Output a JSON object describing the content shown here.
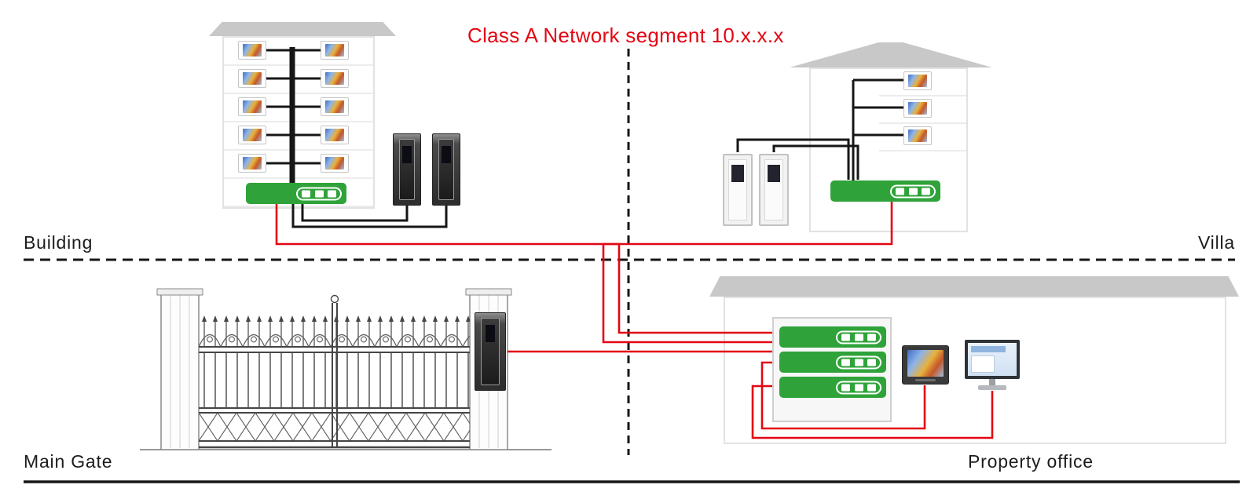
{
  "title": "Class A Network segment 10.x.x.x",
  "labels": {
    "building": "Building",
    "villa": "Villa",
    "main_gate": "Main Gate",
    "property_office": "Property office"
  },
  "colors": {
    "accent_red": "#e30613",
    "switch_green": "#2fa33a",
    "wire_black": "#161616",
    "roof_gray": "#c8c8c8",
    "outline_gray": "#e2e2e2"
  },
  "devices": {
    "building": {
      "indoor_monitors": 10,
      "door_stations": 2,
      "switches": 1
    },
    "villa": {
      "indoor_monitors": 3,
      "door_stations": 2,
      "switches": 1
    },
    "main_gate": {
      "door_stations": 1
    },
    "property_office": {
      "rack_switches": 3,
      "indoor_monitors": 1,
      "pcs": 1
    }
  }
}
